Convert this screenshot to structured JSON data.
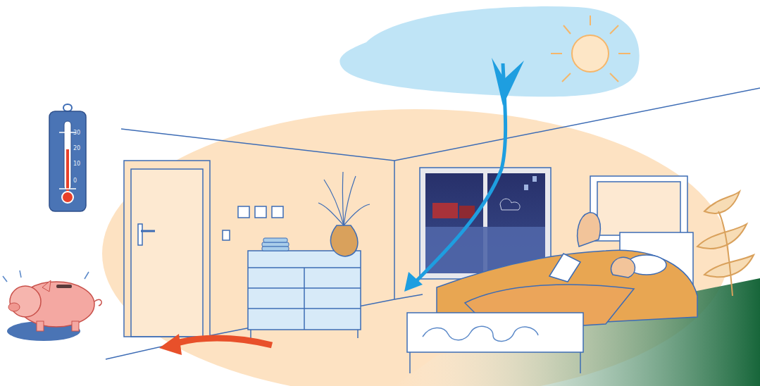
{
  "diagram": {
    "labels": [
      "30",
      "20",
      "10",
      "0"
    ]
  }
}
